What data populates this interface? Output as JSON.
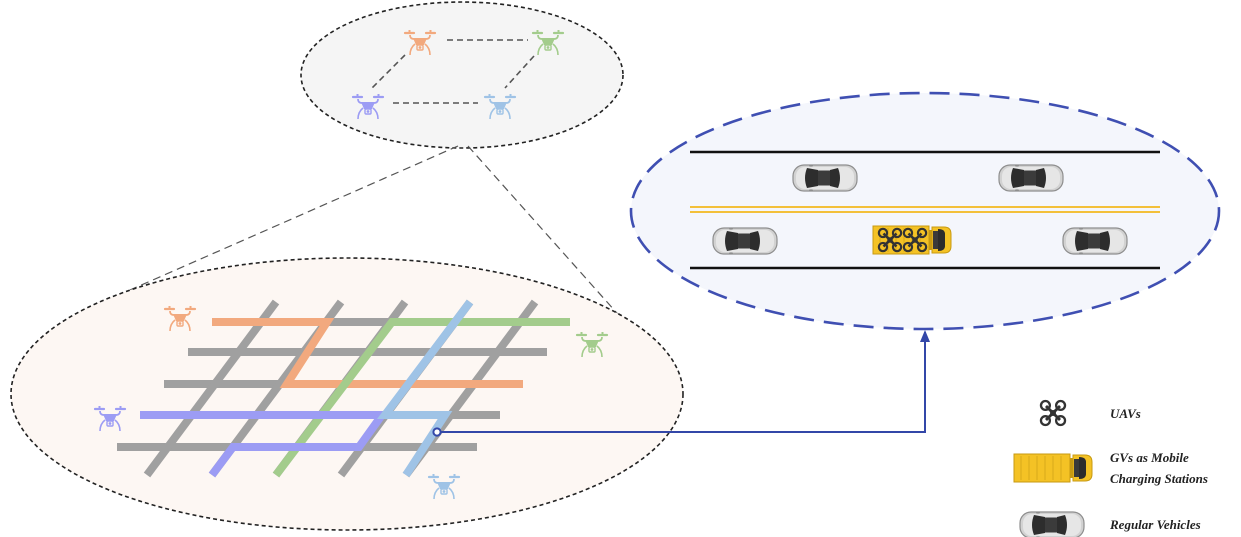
{
  "legend": {
    "uav_label": "UAVs",
    "gv_label_line1": "GVs as Mobile",
    "gv_label_line2": "Charging Stations",
    "regular_label": "Regular Vehicles"
  },
  "colors": {
    "uav_orange": "#f2a97e",
    "uav_green": "#a3cc8c",
    "uav_purple": "#9c9cf4",
    "uav_blue": "#9fc3e6",
    "street_gray": "#a0a0a0",
    "gv_yellow": "#f4c225",
    "lane_divider_yellow": "#f3c03a",
    "highway_outline": "#3f4fb2",
    "connector_line": "#3347a8"
  },
  "icons": {
    "uav": "quadcopter-drone-icon",
    "gv": "yellow-charging-truck-icon",
    "regular_vehicle": "gray-car-icon"
  }
}
